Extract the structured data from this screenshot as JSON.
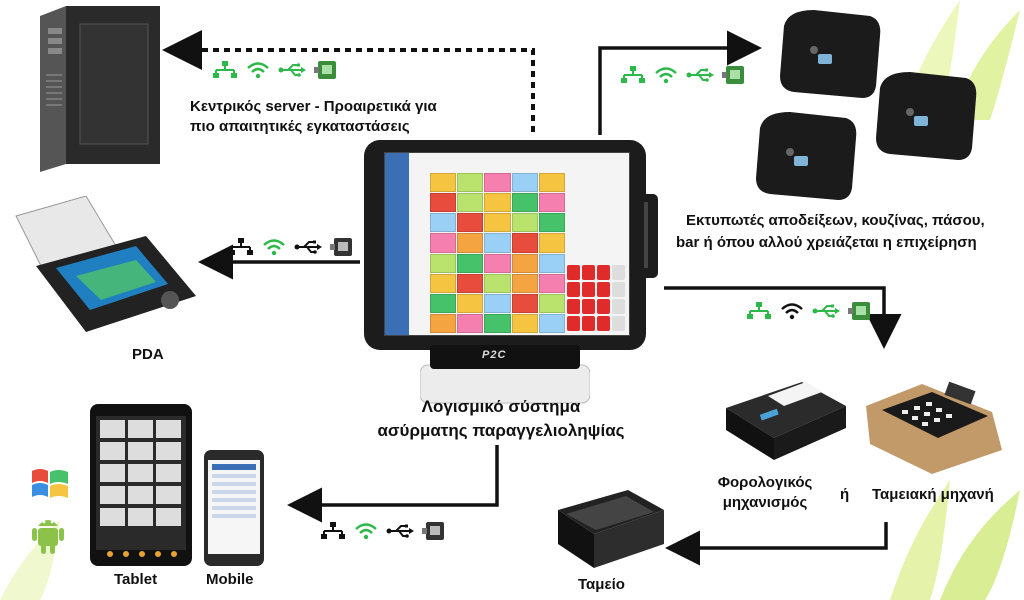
{
  "labels": {
    "server_line1": "Κεντρικός server - Προαιρετικά για",
    "server_line2": "πιο απαιτητικές εγκαταστάσεις",
    "printers_line1": "Εκτυπωτές αποδείξεων, κουζίνας, πάσου,",
    "printers_line2": "bar ή όπου αλλού χρειάζεται η επιχείρηση",
    "pda": "PDA",
    "software_line1": "Λογισμικό σύστημα",
    "software_line2": "ασύρματης παραγγελιοληψίας",
    "fiscal_line1": "Φορολογικός",
    "fiscal_line2": "μηχανισμός",
    "or": "ή",
    "register": "Ταμειακή μηχανή",
    "cash_drawer": "Ταμείο",
    "tablet": "Tablet",
    "mobile": "Mobile",
    "pos_brand": "P2C"
  },
  "colors": {
    "connection_icon": "#2db84a",
    "arrow": "#111111",
    "pos_accent": "#3b6fb5",
    "grass": "#cfe86a"
  },
  "connection_icons": [
    "network-icon",
    "wifi-icon",
    "usb-icon",
    "ethernet-port-icon"
  ]
}
